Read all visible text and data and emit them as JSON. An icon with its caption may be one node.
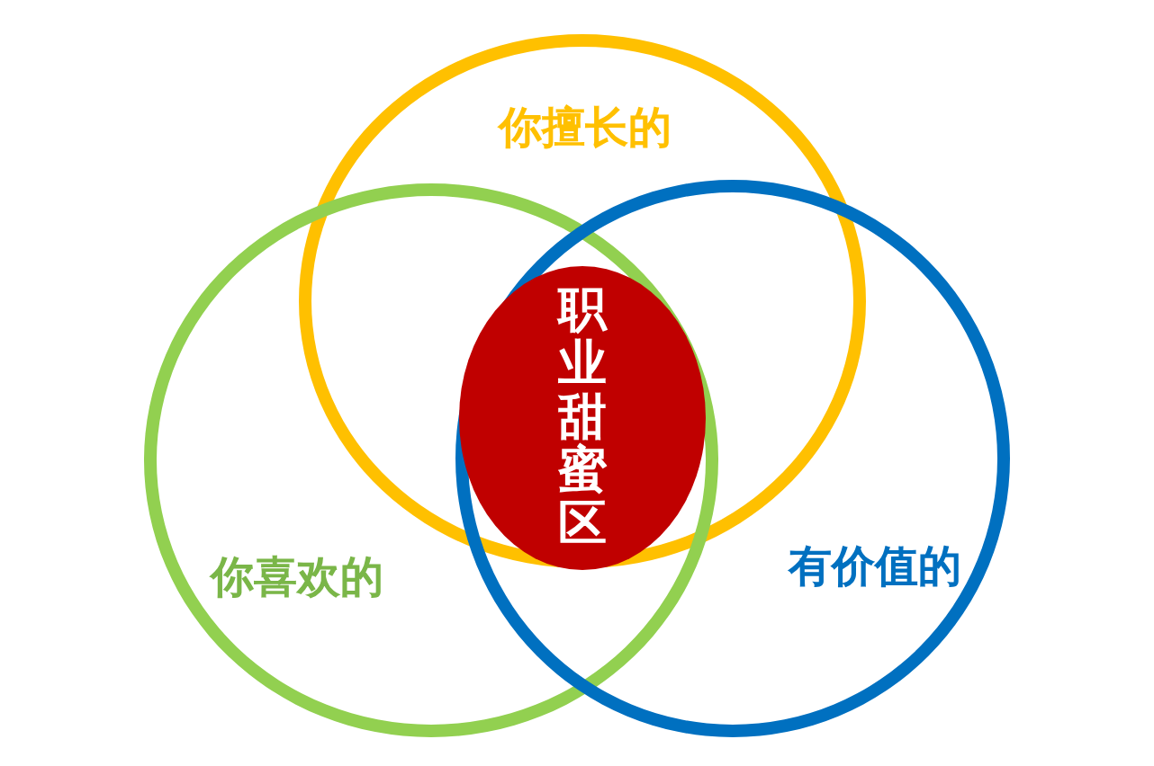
{
  "diagram": {
    "nodes": [
      {
        "text": [
          "你擅长的"
        ]
      },
      {
        "text": [
          "你喜欢的"
        ]
      },
      {
        "text": [
          "有价值的"
        ]
      },
      {
        "text": [
          "职业甜蜜区"
        ]
      }
    ]
  }
}
